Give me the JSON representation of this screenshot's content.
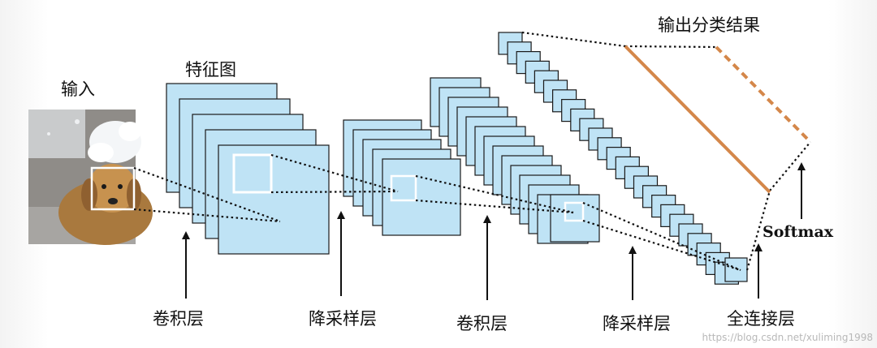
{
  "labels": {
    "input": "输入",
    "feature_map": "特征图",
    "output": "输出分类结果",
    "softmax": "Softmax",
    "conv1": "卷积层",
    "pool1": "降采样层",
    "conv2": "卷积层",
    "pool2": "降采样层",
    "fc": "全连接层"
  },
  "watermark": "https://blog.csdn.net/xuliming1998",
  "colors": {
    "map_fill": "#bfe3f5",
    "map_stroke": "#1a1a1a",
    "fc_line": "#d4874a",
    "ink": "#111111",
    "photo_bg": "#8d8a86"
  },
  "input_image": {
    "subject": "golden retriever dog with soap foam on head"
  }
}
